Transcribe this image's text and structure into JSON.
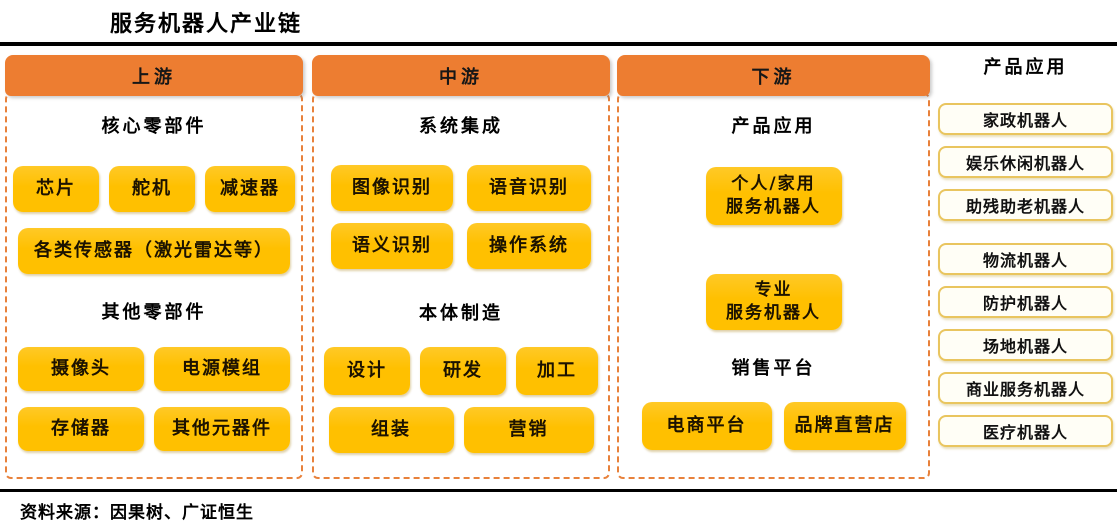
{
  "title": "服务机器人产业链",
  "source": "资料来源：因果树、广证恒生",
  "colors": {
    "header_orange": "#ED7D31",
    "chip_yellow": "#FFC000",
    "dashed_border": "#E8813B",
    "app_box_border": "#E9C55F",
    "app_box_fill": "#FFFEF6",
    "text": "#000000"
  },
  "columns": [
    {
      "header": "上游",
      "sections": [
        {
          "label": "核心零部件",
          "rows": [
            [
              "芯片",
              "舵机",
              "减速器"
            ],
            [
              "各类传感器（激光雷达等）"
            ]
          ]
        },
        {
          "label": "其他零部件",
          "rows": [
            [
              "摄像头",
              "电源模组"
            ],
            [
              "存储器",
              "其他元器件"
            ]
          ]
        }
      ]
    },
    {
      "header": "中游",
      "sections": [
        {
          "label": "系统集成",
          "rows": [
            [
              "图像识别",
              "语音识别"
            ],
            [
              "语义识别",
              "操作系统"
            ]
          ]
        },
        {
          "label": "本体制造",
          "rows": [
            [
              "设计",
              "研发",
              "加工"
            ],
            [
              "组装",
              "营销"
            ]
          ]
        }
      ]
    },
    {
      "header": "下游",
      "sections": [
        {
          "label": "产品应用",
          "rows": [
            [
              "个人/家用\n服务机器人"
            ],
            [
              "专业\n服务机器人"
            ]
          ]
        },
        {
          "label": "销售平台",
          "rows": [
            [
              "电商平台",
              "品牌直营店"
            ]
          ]
        }
      ]
    }
  ],
  "applications": {
    "title": "产品应用",
    "items": [
      "家政机器人",
      "娱乐休闲机器人",
      "助残助老机器人",
      "物流机器人",
      "防护机器人",
      "场地机器人",
      "商业服务机器人",
      "医疗机器人"
    ]
  }
}
